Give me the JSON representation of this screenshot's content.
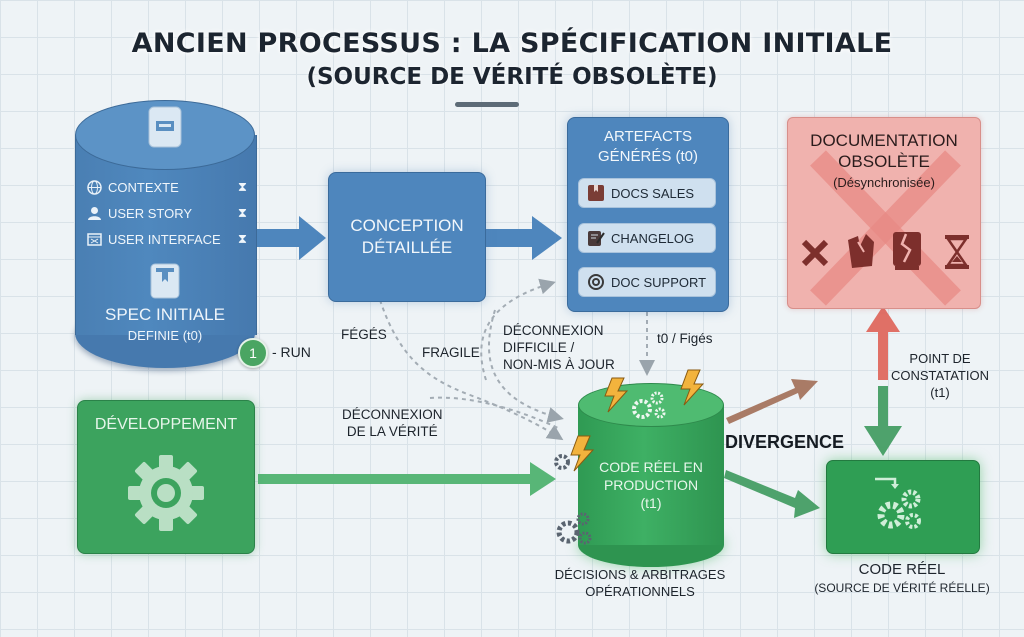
{
  "title": "ANCIEN PROCESSUS : LA SPÉCIFICATION  INITIALE",
  "subtitle": "(SOURCE DE VÉRITÉ OBSOLÈTE)",
  "spec": {
    "items": [
      {
        "icon": "globe-icon",
        "label": "CONTEXTE",
        "status_icon": "hourglass-icon"
      },
      {
        "icon": "user-icon",
        "label": "USER STORY",
        "status_icon": "hourglass-icon"
      },
      {
        "icon": "interface-window-icon",
        "label": "USER INTERFACE",
        "status_icon": "hourglass-icon"
      }
    ],
    "title": "SPEC INITIALE",
    "subtitle": "DEFINIE (t0)",
    "badge_number": "1",
    "badge_label": "- RUN"
  },
  "conception": {
    "line1": "CONCEPTION",
    "line2": "DÉTAILLÉE"
  },
  "artefacts": {
    "line1": "ARTEFACTS",
    "line2": "GÉNÉRÉS (t0)",
    "items": [
      {
        "icon": "book-icon",
        "label": "DOCS SALES"
      },
      {
        "icon": "notepad-pen-icon",
        "label": "CHANGELOG"
      },
      {
        "icon": "support-headset-icon",
        "label": "DOC SUPPORT"
      }
    ]
  },
  "documentation": {
    "line1": "DOCUMENTATION",
    "line2": "OBSOLÈTE",
    "line3": "(Désynchronisée)",
    "icons": [
      "cross-icon",
      "torn-document-icon",
      "broken-book-icon",
      "hourglass-icon"
    ]
  },
  "development": {
    "label": "DÉVELOPPEMENT",
    "icon": "gear-icon"
  },
  "production": {
    "line1": "CODE RÉEL EN",
    "line2": "PRODUCTION",
    "line3": "(t1)"
  },
  "code_reel": {
    "label": "CODE RÉEL",
    "sublabel": "(SOURCE DE VÉRITÉ RÉELLE)"
  },
  "labels": {
    "figes_left": "FÉGÉS",
    "fragile": "FRAGILE",
    "deconnexion_difficile": [
      "DÉCONNEXION",
      "DIFFICILE /",
      "NON-MIS À JOUR"
    ],
    "t0_figes": "t0 / Figés",
    "deconnexion_verite": [
      "DÉCONNEXION",
      "DE LA VÉRITÉ"
    ],
    "divergence": "DIVERGENCE",
    "decisions": [
      "DÉCISIONS & ARBITRAGES",
      "OPÉRATIONNELS"
    ],
    "point_constatation": [
      "POINT DE",
      "CONSTATATION",
      "(t1)"
    ]
  },
  "colors": {
    "blue": "#4e86bd",
    "green": "#3ca35e",
    "red": "#f0b2ae",
    "lightning": "#f2b33d"
  }
}
